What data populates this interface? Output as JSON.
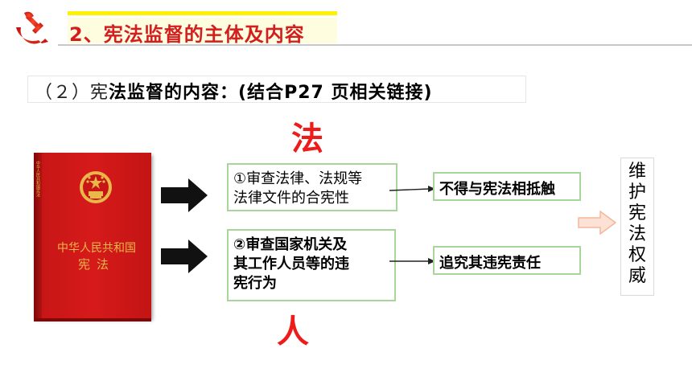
{
  "header": {
    "title": "2、宪法监督的主体及内容"
  },
  "subtitle": {
    "prefix": "（２）宪",
    "rest": "法监督的内容：(结合P27 页相关链接)"
  },
  "big_chars": {
    "top": "法",
    "bottom": "人"
  },
  "book": {
    "title": "中华人民共和国",
    "subtitle": "宪法",
    "spine": "中华人民共和国宪法"
  },
  "items": [
    {
      "line1": "①审查法律、法规等",
      "line2": "法律文件的合宪性",
      "result": "不得与宪法相抵触"
    },
    {
      "line1": "②审查国家机关及",
      "line2": "其工作人员等的违",
      "line3": "宪行为",
      "result": "追究其违宪责任"
    }
  ],
  "goal": {
    "text": "维护宪法权威"
  },
  "colors": {
    "title_red": "#d21e1e",
    "big_char_red": "#ee1b1b",
    "box_border": "#a8d69a",
    "book_red": "#d61a1a",
    "book_gold": "#e8b84a",
    "pink_arrow": "#f9c9b4"
  }
}
